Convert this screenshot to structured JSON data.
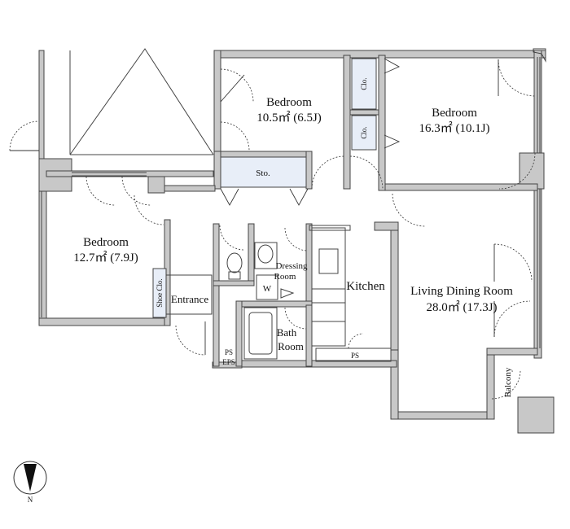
{
  "rooms": {
    "bedroom_top": {
      "name": "Bedroom",
      "area": "10.5㎡ (6.5J)"
    },
    "bedroom_right": {
      "name": "Bedroom",
      "area": "16.3㎡ (10.1J)"
    },
    "bedroom_left": {
      "name": "Bedroom",
      "area": "12.7㎡ (7.9J)"
    },
    "ldk": {
      "name": "Living Dining Room",
      "area": "28.0㎡ (17.3J)"
    },
    "kitchen": {
      "name": "Kitchen"
    },
    "dressing": {
      "line1": "Dressing",
      "line2": "Room"
    },
    "bath": {
      "line1": "Bath",
      "line2": "Room"
    },
    "entrance": {
      "name": "Entrance"
    }
  },
  "labels": {
    "storage": "Sto.",
    "closet": "Clo.",
    "shoe_closet": "Shoe Clo.",
    "washer": "W",
    "ps": "PS",
    "ps_eps_1": "PS",
    "ps_eps_2": "EPS",
    "balcony": "Balcony"
  },
  "compass": {
    "north": "N"
  }
}
